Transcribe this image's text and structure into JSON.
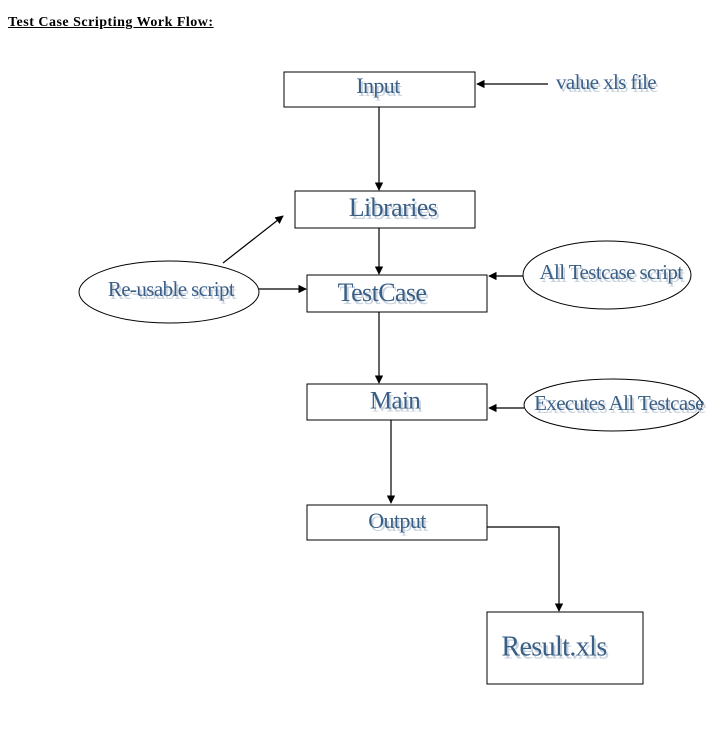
{
  "title": "Test Case Scripting Work Flow:",
  "nodes": {
    "input": "Input",
    "libraries": "Libraries",
    "testcase": "TestCase",
    "main": "Main",
    "output": "Output",
    "result": "Result.xls",
    "value_file": "value xls file",
    "reusable": "Re-usable script",
    "all_testcase": "All Testcase script",
    "executes": "Executes All Testcase"
  },
  "colors": {
    "node_text": "#3a5f86",
    "text_shadow": "#c8d2de",
    "stroke": "#000000"
  }
}
